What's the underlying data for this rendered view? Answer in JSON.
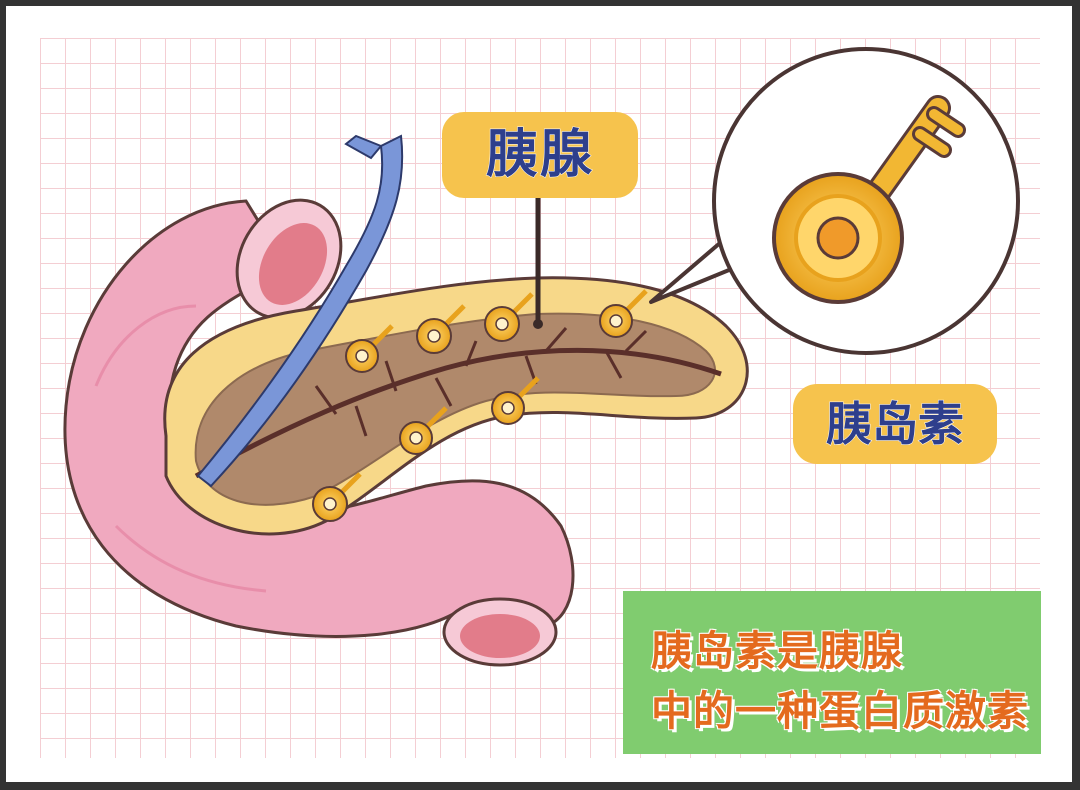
{
  "labels": {
    "pancreas": "胰腺",
    "insulin": "胰岛素"
  },
  "info": {
    "line1": "胰岛素是胰腺",
    "line2": "中的一种蛋白质激素"
  },
  "icons": [
    "key-icon",
    "pancreas-illustration",
    "duodenum",
    "blood-vessel",
    "pancreatic-duct"
  ],
  "colors": {
    "background_grid": "#f3c9cf",
    "label_bg": "#f6c34d",
    "label_text": "#2e3f8c",
    "info_bg": "#80cc6f",
    "info_text": "#e46a1e",
    "duodenum": "#f0a9bf",
    "pancreas_outer": "#f7d889",
    "pancreas_inner": "#b0896b",
    "key_gold": "#f2b733",
    "vessel_blue": "#7a96d8"
  }
}
